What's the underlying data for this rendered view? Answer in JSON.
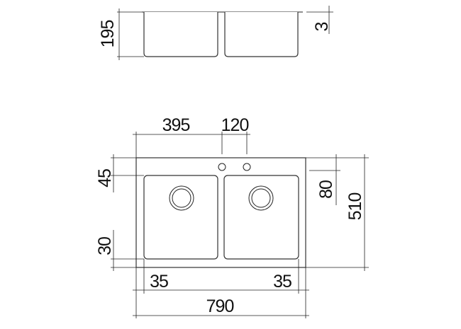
{
  "dimensions": {
    "depth": "195",
    "top_thickness": "3",
    "bowl_width": "395",
    "tap_spacing": "120",
    "rear_margin": "45",
    "front_margin": "30",
    "tap_hole_offset": "80",
    "overall_depth": "510",
    "left_margin": "35",
    "right_margin": "35",
    "overall_width": "790"
  }
}
